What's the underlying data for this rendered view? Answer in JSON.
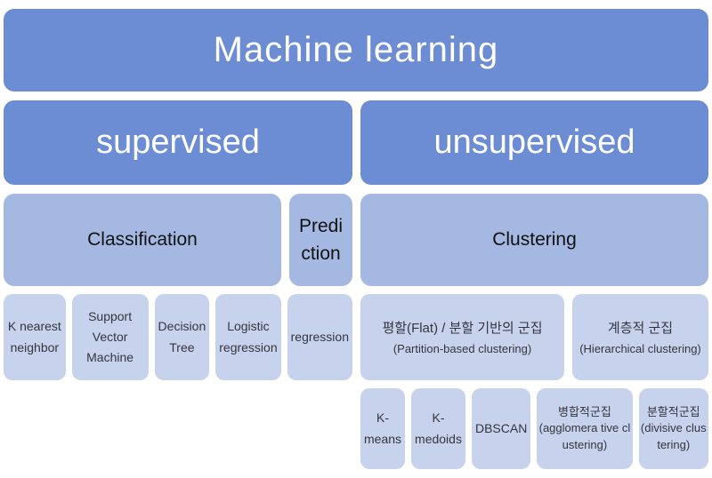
{
  "title": "Machine learning",
  "supervised": {
    "label": "supervised",
    "categories": {
      "classification": {
        "label": "Classification"
      },
      "prediction": {
        "label": "Prediction"
      }
    },
    "methods": [
      {
        "label": "K nearest neighbor"
      },
      {
        "label": "Support Vector Machine"
      },
      {
        "label": "Decision Tree"
      },
      {
        "label": "Logistic regression"
      },
      {
        "label": "regression"
      }
    ]
  },
  "unsupervised": {
    "label": "unsupervised",
    "category": {
      "label": "Clustering"
    },
    "types": [
      {
        "ko": "평할(Flat) / 분할 기반의 군집",
        "en": "(Partition-based clustering)"
      },
      {
        "ko": "계층적 군집",
        "en": "(Hierarchical clustering)"
      }
    ],
    "methods": [
      {
        "label": "K-means"
      },
      {
        "label": "K-medoids"
      },
      {
        "label": "DBSCAN"
      },
      {
        "ko": "병합적군집",
        "en": "(agglomera tive clustering)"
      },
      {
        "ko": "분할적군집",
        "en": "(divisive clustering)"
      }
    ]
  },
  "colors": {
    "background": "#ffffff",
    "box_dark": "#6c8dd3",
    "box_medium": "#a4b8e2",
    "box_light": "#c7d3ec",
    "text_on_dark": "#ffffff",
    "text_on_medium": "#111111",
    "text_on_light": "#35353f"
  }
}
